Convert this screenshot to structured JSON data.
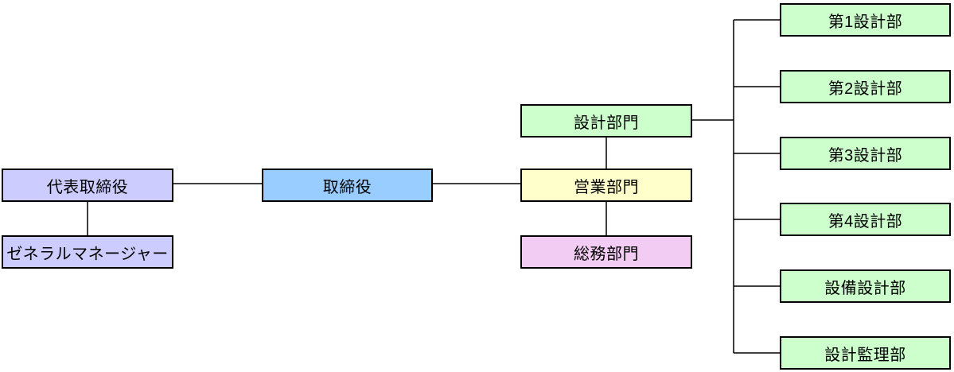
{
  "diagram": {
    "type": "org-chart",
    "background": "#FFFFFF",
    "box_border_color": "#000000",
    "line_color": "#000000",
    "text_color": "#000000",
    "palette": {
      "lavender": "#CCCCFF",
      "blue": "#99CCFF",
      "green": "#CCFFCC",
      "yellow": "#FFFFCC",
      "pink": "#F2CCF2"
    }
  },
  "nodes": [
    {
      "label": "代表取締役",
      "fill": "#CCCCFF"
    },
    {
      "label": "ゼネラルマネージャー",
      "fill": "#CCCCFF"
    },
    {
      "label": "取締役",
      "fill": "#99CCFF"
    },
    {
      "label": "設計部門",
      "fill": "#CCFFCC"
    },
    {
      "label": "営業部門",
      "fill": "#FFFFCC"
    },
    {
      "label": "総務部門",
      "fill": "#F2CCF2"
    },
    {
      "label": "第1設計部",
      "fill": "#CCFFCC"
    },
    {
      "label": "第2設計部",
      "fill": "#CCFFCC"
    },
    {
      "label": "第3設計部",
      "fill": "#CCFFCC"
    },
    {
      "label": "第4設計部",
      "fill": "#CCFFCC"
    },
    {
      "label": "設備設計部",
      "fill": "#CCFFCC"
    },
    {
      "label": "設計監理部",
      "fill": "#CCFFCC"
    }
  ],
  "edges": [
    {
      "from": "代表取締役",
      "to": "取締役"
    },
    {
      "from": "代表取締役",
      "to": "ゼネラルマネージャー"
    },
    {
      "from": "取締役",
      "to": "営業部門"
    },
    {
      "from": "設計部門",
      "to": "営業部門"
    },
    {
      "from": "営業部門",
      "to": "総務部門"
    },
    {
      "from": "設計部門",
      "to": "第1設計部"
    },
    {
      "from": "設計部門",
      "to": "第2設計部"
    },
    {
      "from": "設計部門",
      "to": "第3設計部"
    },
    {
      "from": "設計部門",
      "to": "第4設計部"
    },
    {
      "from": "設計部門",
      "to": "設備設計部"
    },
    {
      "from": "設計部門",
      "to": "設計監理部"
    }
  ]
}
